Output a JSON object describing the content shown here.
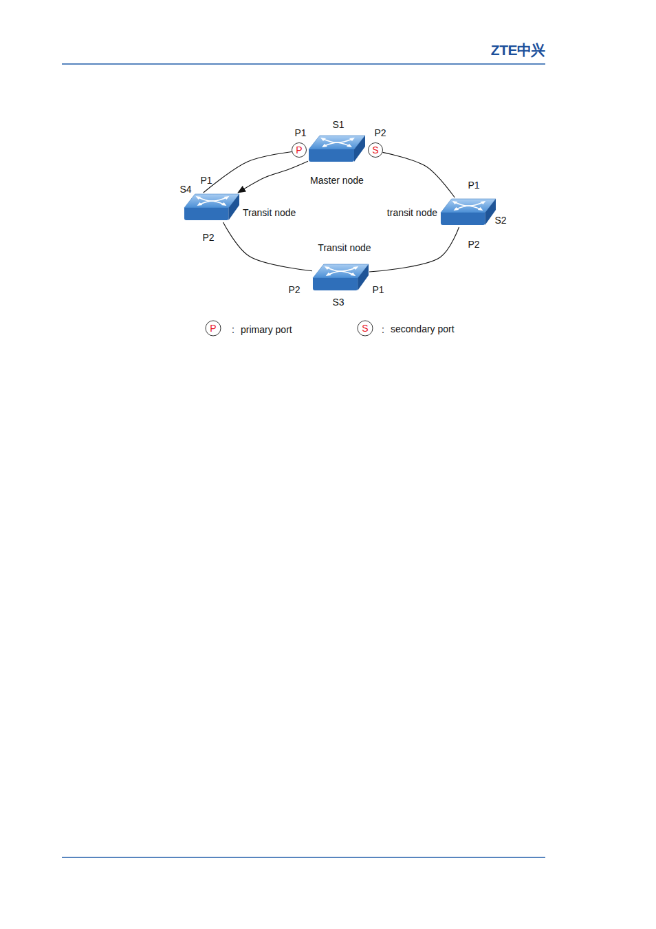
{
  "diagram": {
    "nodes": [
      {
        "text": [
          "S1",
          "Master node"
        ]
      },
      {
        "text": [
          "P"
        ]
      },
      {
        "text": [
          "S"
        ]
      },
      {
        "text": [
          "transit node",
          "S2"
        ]
      },
      {
        "text": [
          "Transit node",
          "S3"
        ]
      },
      {
        "text": [
          "S4",
          "Transit node"
        ]
      }
    ],
    "edges": [
      {
        "from": 0,
        "to": 5,
        "arrow": "to"
      },
      {
        "from": 1,
        "to": 5,
        "arrow": "none"
      },
      {
        "from": 2,
        "to": 3,
        "arrow": "none"
      },
      {
        "from": 3,
        "to": 4,
        "arrow": "none"
      },
      {
        "from": 4,
        "to": 5,
        "arrow": "none"
      }
    ],
    "labels": [
      "ZTE中兴",
      "P1",
      "P2",
      "P1",
      "P2",
      "P1",
      "P2",
      "P2",
      "P1",
      "P",
      ":",
      "S",
      ":"
    ],
    "legend": [
      {
        "text": "primary port"
      },
      {
        "text": "secondary port"
      }
    ]
  }
}
